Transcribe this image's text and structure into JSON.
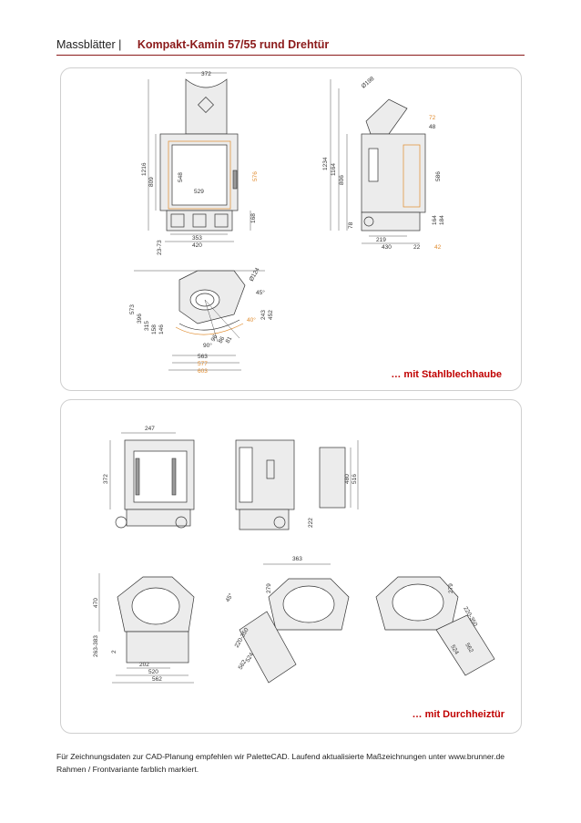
{
  "header": {
    "prefix": "Massblätter |",
    "title": "Kompakt-Kamin 57/55 rund Drehtür"
  },
  "panel1": {
    "caption": "… mit Stahlblechhaube",
    "front_view": {
      "hood_width": "372",
      "height_total": "1216",
      "height_body": "809",
      "glass_height": "548",
      "frame_height": "576",
      "glass_width": "529",
      "base_height": "168",
      "foot_width": "353",
      "body_width": "420",
      "foot_range": "23-73"
    },
    "side_view": {
      "pipe_diameter": "Ø198",
      "height_total": "1234",
      "height_outlet": "1164",
      "height_body": "806",
      "offset_top": "72",
      "offset_mid": "48",
      "glass_height": "586",
      "base_a": "164",
      "base_b": "184",
      "base_c": "78",
      "foot_depth": "219",
      "depth": "430",
      "d1": "22",
      "d2": "42"
    },
    "top_view": {
      "diameter": "Ø124",
      "width_a": "573",
      "width_b": "396",
      "width_c": "315",
      "width_d": "158",
      "width_e": "146",
      "depth_a": "243",
      "depth_b": "452",
      "angle_a": "45°",
      "angle_b": "90°",
      "angle_c": "40°",
      "base_w": "563",
      "frame_w": "577",
      "outer_w": "603",
      "offsets": [
        "96",
        "86",
        "81"
      ]
    }
  },
  "panel2": {
    "caption": "… mit Durchheiztür",
    "front_view": {
      "top_width": "247",
      "side_height": "372"
    },
    "side_view": {
      "height_a": "480",
      "height_b": "516",
      "base": "222"
    },
    "plan_views": {
      "offset": "363",
      "w_279": "279",
      "range_a": "220-350",
      "w_524": "524",
      "w_562": "562",
      "height": "470",
      "range_b": "263-383",
      "small": "2",
      "w_202": "202",
      "w_520": "520",
      "angle": "45°"
    }
  },
  "footer": {
    "line1": "Für Zeichnungsdaten zur CAD-Planung empfehlen wir PaletteCAD. Laufend aktualisierte Maßzeichnungen unter www.brunner.de",
    "line2": "Rahmen / Frontvariante farblich markiert."
  },
  "colors": {
    "brand": "#8b1a1a",
    "caption": "#c00000",
    "frame_highlight": "#e08a2b"
  }
}
